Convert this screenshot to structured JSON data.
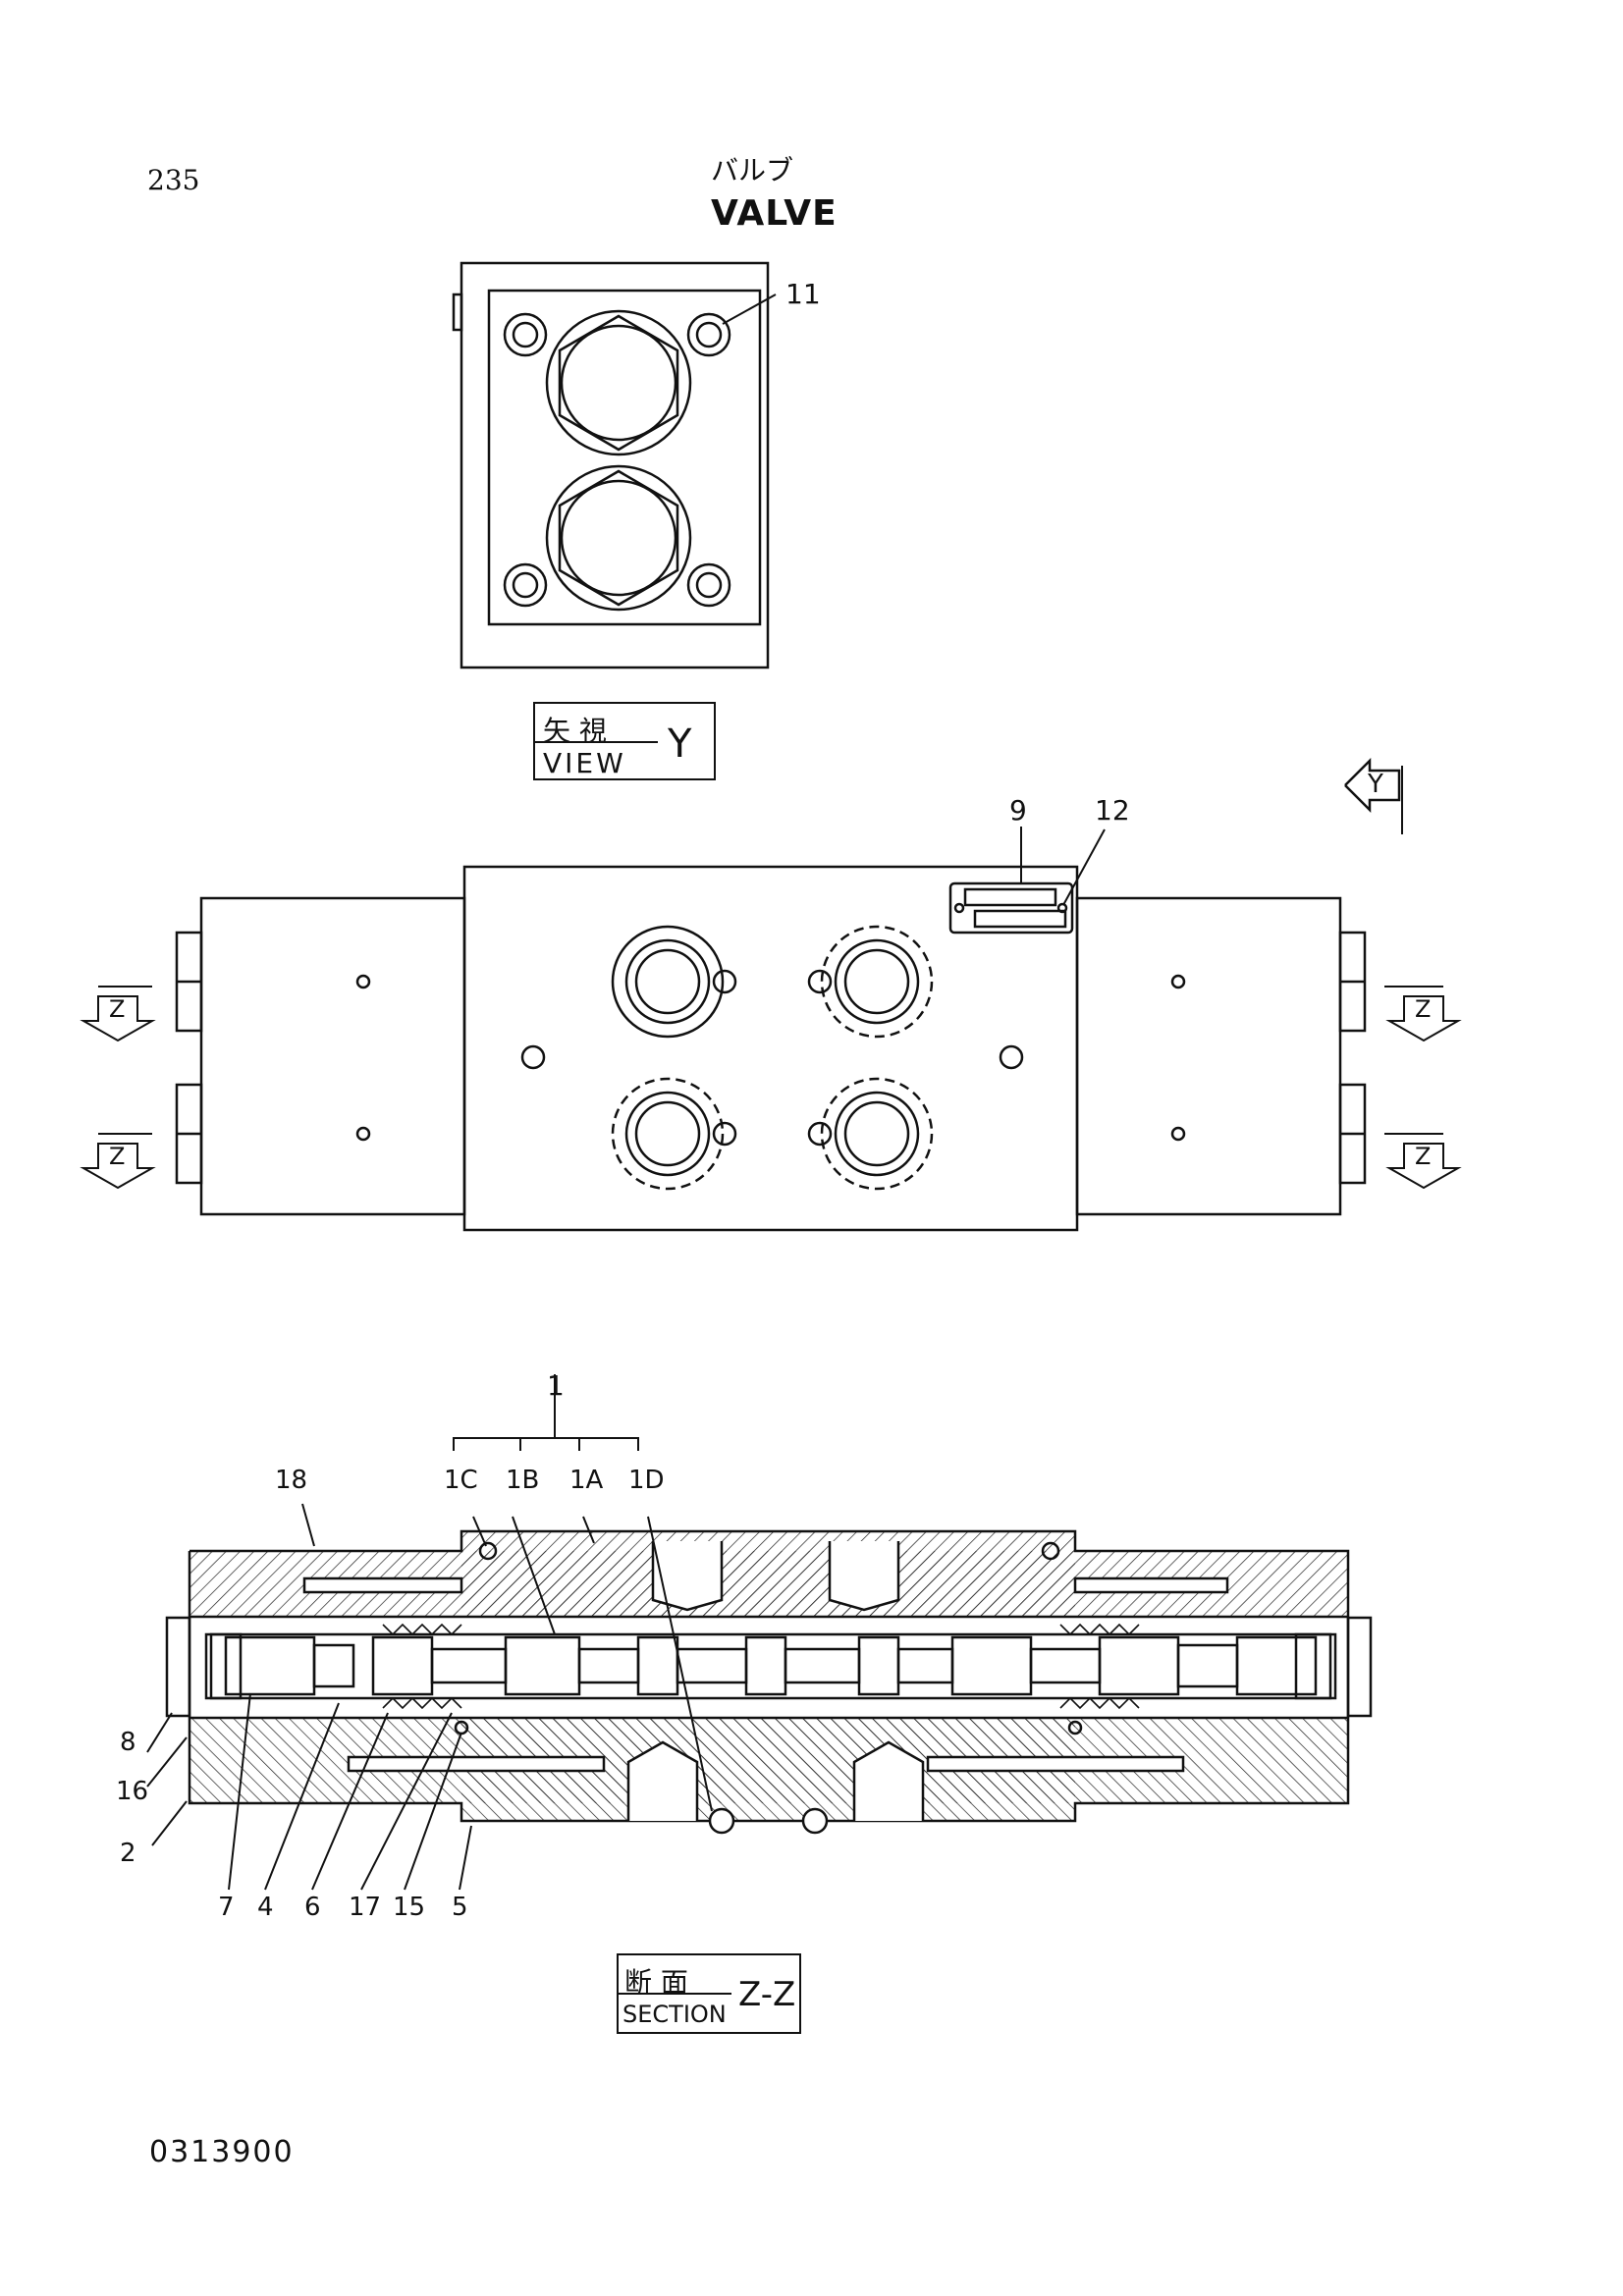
{
  "page_number": "235",
  "title_jp": "バルブ",
  "title_en": "VALVE",
  "view_label": {
    "jp": "矢 視",
    "en": "VIEW",
    "letter": "Y"
  },
  "section_label": {
    "jp": "断 面",
    "en": "SECTION",
    "letter": "Z-Z"
  },
  "arrow_y": "Y",
  "arrow_z": "Z",
  "callouts": {
    "c11": "11",
    "c9": "9",
    "c12": "12",
    "c1": "1",
    "c1C": "1C",
    "c1B": "1B",
    "c1A": "1A",
    "c1D": "1D",
    "c18": "18",
    "c8": "8",
    "c16": "16",
    "c2": "2",
    "c7": "7",
    "c4": "4",
    "c6": "6",
    "c17": "17",
    "c15": "15",
    "c5": "5"
  },
  "doc_number": "0313900"
}
